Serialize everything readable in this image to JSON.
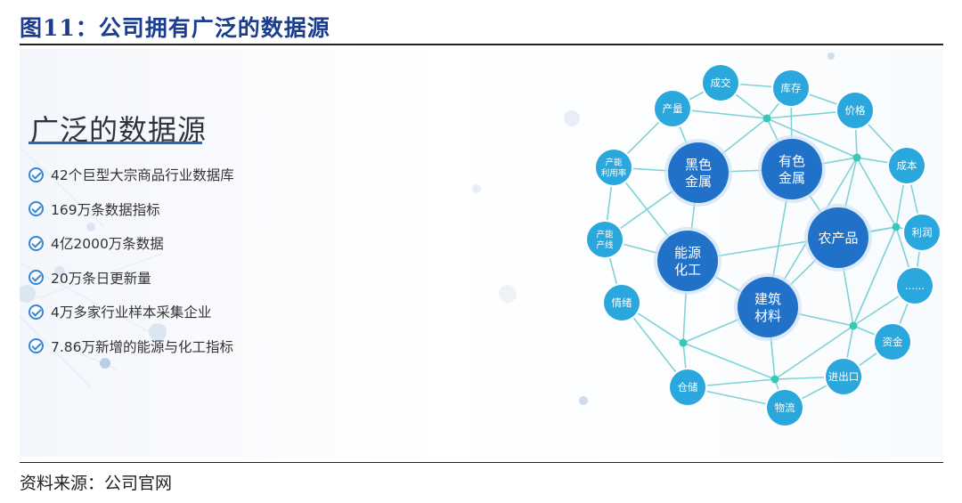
{
  "figure": {
    "title": "图11：公司拥有广泛的数据源"
  },
  "panel": {
    "heading": "广泛的数据源",
    "bullets": [
      "42个巨型大宗商品行业数据库",
      "169万条数据指标",
      "4亿2000万条数据",
      "20万条日更新量",
      "4万多家行业样本采集企业",
      "7.86万新增的能源与化工指标"
    ]
  },
  "network": {
    "colors": {
      "node": "#2aa7dc",
      "hub": "#2271c9",
      "edge": "#7fd3d7",
      "junction": "#36c9b9"
    },
    "hubs": [
      {
        "id": "ferrous",
        "lines": [
          "黑色",
          "金属"
        ]
      },
      {
        "id": "nonferrous",
        "lines": [
          "有色",
          "金属"
        ]
      },
      {
        "id": "energy",
        "lines": [
          "能源",
          "化工"
        ]
      },
      {
        "id": "agri",
        "lines": [
          "农产品"
        ]
      },
      {
        "id": "building",
        "lines": [
          "建筑",
          "材料"
        ]
      }
    ],
    "nodes": [
      {
        "id": "deal",
        "lines": [
          "成交"
        ]
      },
      {
        "id": "stock",
        "lines": [
          "库存"
        ]
      },
      {
        "id": "output",
        "lines": [
          "产量"
        ]
      },
      {
        "id": "price",
        "lines": [
          "价格"
        ]
      },
      {
        "id": "cost",
        "lines": [
          "成本"
        ]
      },
      {
        "id": "util",
        "lines": [
          "产能",
          "利用率"
        ]
      },
      {
        "id": "line",
        "lines": [
          "产能",
          "产线"
        ]
      },
      {
        "id": "profit",
        "lines": [
          "利润"
        ]
      },
      {
        "id": "more",
        "lines": [
          "......"
        ]
      },
      {
        "id": "mood",
        "lines": [
          "情绪"
        ]
      },
      {
        "id": "fund",
        "lines": [
          "资金"
        ]
      },
      {
        "id": "trade",
        "lines": [
          "进出口"
        ]
      },
      {
        "id": "storage",
        "lines": [
          "仓储"
        ]
      },
      {
        "id": "logistics",
        "lines": [
          "物流"
        ]
      }
    ]
  },
  "source": "资料来源：公司官网"
}
